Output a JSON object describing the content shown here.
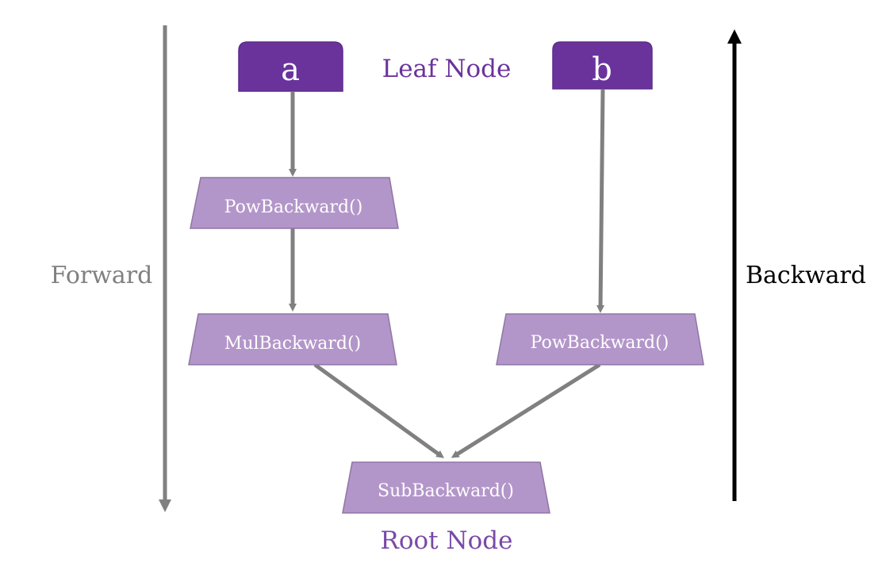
{
  "labels": {
    "forward": "Forward",
    "backward": "Backward",
    "leaf_node": "Leaf Node",
    "root_node": "Root Node"
  },
  "nodes": {
    "leaf_a": "a",
    "leaf_b": "b",
    "pow_backward_a": "PowBackward()",
    "mul_backward": "MulBackward()",
    "pow_backward_b": "PowBackward()",
    "sub_backward": "SubBackward()"
  },
  "colors": {
    "leaf_fill": "#6a339c",
    "op_fill": "#b396c9",
    "edge": "#808080",
    "forward_arrow": "#808080",
    "backward_arrow": "#000000",
    "forward_text": "#808080",
    "backward_text": "#000000",
    "node_label_text": "#6a339c",
    "node_text": "#ffffff"
  },
  "icons": {
    "forward": "arrow-down-icon",
    "backward": "arrow-up-icon"
  }
}
